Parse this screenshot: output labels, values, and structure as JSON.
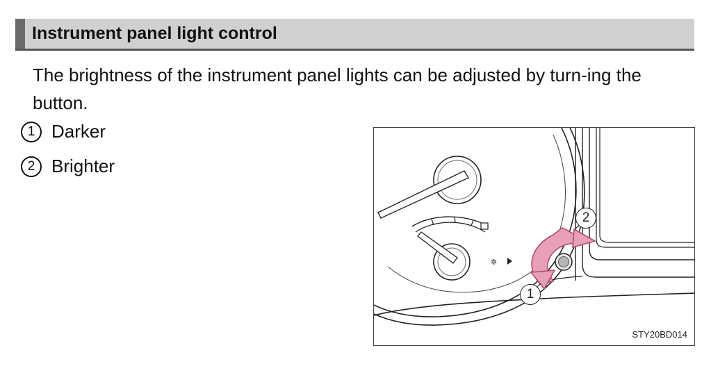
{
  "section": {
    "title": "Instrument panel light control"
  },
  "intro": "The brightness of the instrument panel lights can be adjusted by turn-ing the button.",
  "list": [
    {
      "number": "1",
      "label": "Darker"
    },
    {
      "number": "2",
      "label": "Brighter"
    }
  ],
  "figure": {
    "code": "STY20BD014",
    "callouts": [
      "1",
      "2"
    ],
    "colors": {
      "arrow": "#e8a0b8",
      "arrow_outline": "#b04a72"
    }
  }
}
